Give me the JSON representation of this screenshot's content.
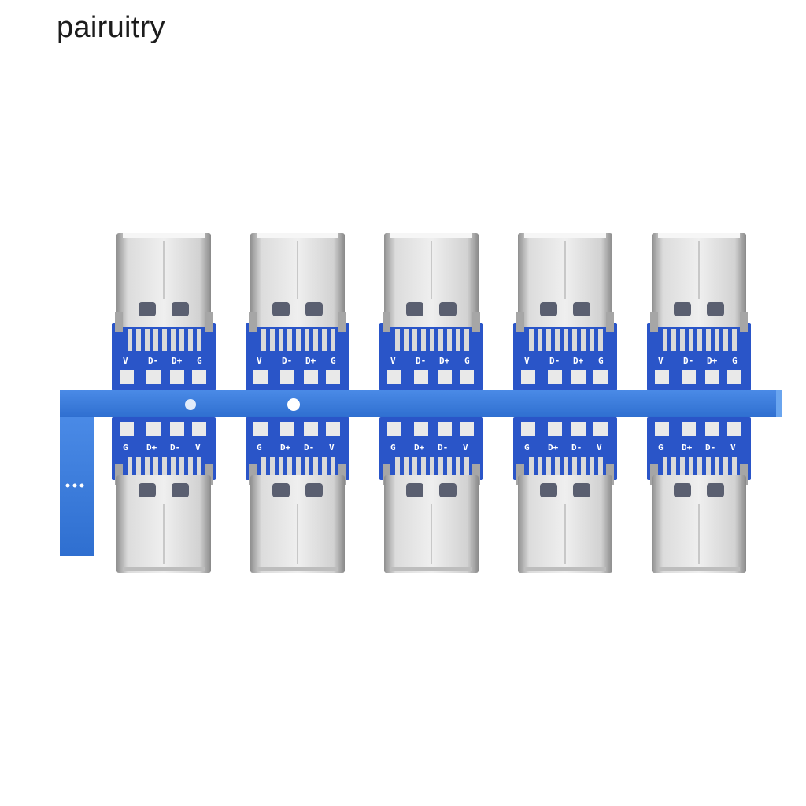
{
  "watermark": {
    "text": "pairuitry"
  },
  "photo": {
    "subject": "usb-c-adapter-board-panel",
    "module_count": 5,
    "colors": {
      "pcb": "#2a55c8",
      "pcb_dark": "#1d3f9e",
      "rail": "#3a7fe0",
      "metal": "#d9d9d9",
      "metal_shadow": "#a6a6a6",
      "pad": "#e9e9e9"
    },
    "modules": [
      {
        "top_labels": [
          "V",
          "D-",
          "D+",
          "G"
        ],
        "bottom_labels": [
          "G",
          "D+",
          "D-",
          "V"
        ]
      },
      {
        "top_labels": [
          "V",
          "D-",
          "D+",
          "G"
        ],
        "bottom_labels": [
          "G",
          "D+",
          "D-",
          "V"
        ]
      },
      {
        "top_labels": [
          "V",
          "D-",
          "D+",
          "G"
        ],
        "bottom_labels": [
          "G",
          "D+",
          "D-",
          "V"
        ]
      },
      {
        "top_labels": [
          "V",
          "D-",
          "D+",
          "G"
        ],
        "bottom_labels": [
          "G",
          "D+",
          "D-",
          "V"
        ]
      },
      {
        "top_labels": [
          "V",
          "D-",
          "D+",
          "G"
        ],
        "bottom_labels": [
          "G",
          "D+",
          "D-",
          "V"
        ]
      }
    ]
  }
}
